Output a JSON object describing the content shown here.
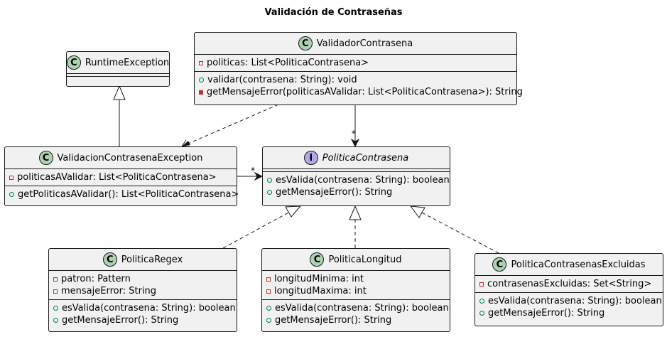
{
  "title": "Validación de Contraseñas",
  "classes": {
    "runtime_exception": {
      "stereotype": "C",
      "name": "RuntimeException"
    },
    "validador": {
      "stereotype": "C",
      "name": "ValidadorContrasena",
      "fields": [
        "politicas: List<PoliticaContrasena>"
      ],
      "methods": [
        "validar(contrasena: String): void",
        "getMensajeError(politicasAValidar: List<PoliticaContrasena>): String"
      ]
    },
    "exception": {
      "stereotype": "C",
      "name": "ValidacionContrasenaException",
      "fields": [
        "politicasAValidar: List<PoliticaContrasena>"
      ],
      "methods": [
        "getPoliticasAValidar(): List<PoliticaContrasena>"
      ]
    },
    "politica": {
      "stereotype": "I",
      "name": "PoliticaContrasena",
      "methods": [
        "esValida(contrasena: String): boolean",
        "getMensajeError(): String"
      ]
    },
    "regex": {
      "stereotype": "C",
      "name": "PoliticaRegex",
      "fields": [
        "patron: Pattern",
        "mensajeError: String"
      ],
      "methods": [
        "esValida(contrasena: String): boolean",
        "getMensajeError(): String"
      ]
    },
    "longitud": {
      "stereotype": "C",
      "name": "PoliticaLongitud",
      "fields": [
        "longitudMinima: int",
        "longitudMaxima: int"
      ],
      "methods": [
        "esValida(contrasena: String): boolean",
        "getMensajeError(): String"
      ]
    },
    "excluidas": {
      "stereotype": "C",
      "name": "PoliticaContrasenasExcluidas",
      "fields": [
        "contrasenasExcluidas: Set<String>"
      ],
      "methods": [
        "esValida(contrasena: String): boolean",
        "getMensajeError(): String"
      ]
    }
  },
  "multiplicities": {
    "validador_politica": "*",
    "exception_politica": "*"
  },
  "colors": {
    "class_fill": "#f1f1f1",
    "class_badge": "#add1b2",
    "interface_badge": "#b4a7e5",
    "border": "#181818",
    "private_marker": "#c82930",
    "public_marker": "#038048"
  }
}
